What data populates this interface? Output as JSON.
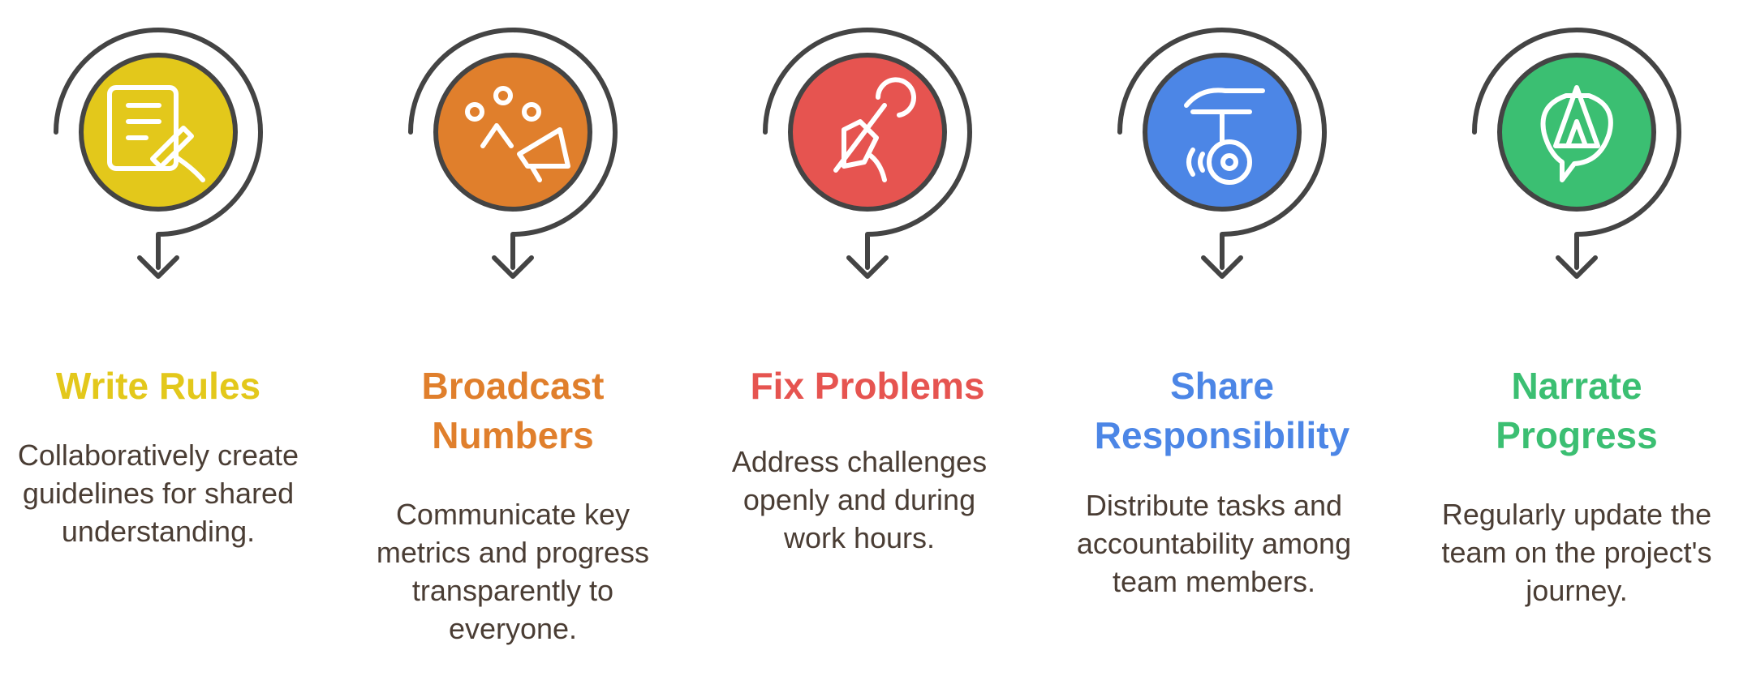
{
  "steps": [
    {
      "title": "Write Rules",
      "description": "Collaboratively create guidelines for shared understanding.",
      "color": "#e3c81b",
      "icon": "document-pen-icon"
    },
    {
      "title": "Broadcast Numbers",
      "description": "Communicate key metrics and progress transparently to everyone.",
      "color": "#e07f2c",
      "icon": "megaphone-icon"
    },
    {
      "title": "Fix Problems",
      "description": "Address challenges openly and during work hours.",
      "color": "#e65450",
      "icon": "wrench-hand-icon"
    },
    {
      "title": "Share Responsibility",
      "description": "Distribute tasks and accountability among team members.",
      "color": "#4c86e6",
      "icon": "hand-yoyo-icon"
    },
    {
      "title": "Narrate Progress",
      "description": "Regularly update the team on the project's journey.",
      "color": "#3bbf72",
      "icon": "tent-speech-icon"
    }
  ]
}
